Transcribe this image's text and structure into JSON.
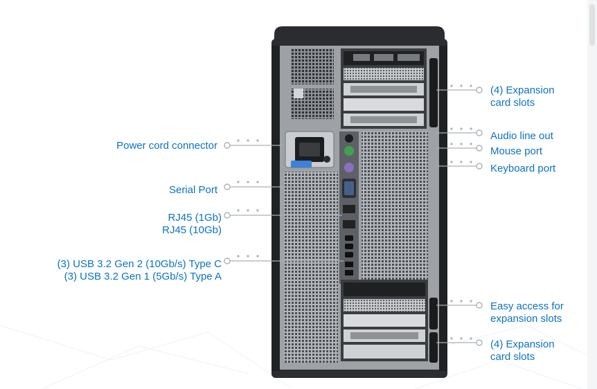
{
  "callouts": {
    "expansion_top": [
      "(4) Expansion",
      "card slots"
    ],
    "audio_line_out": "Audio line out",
    "mouse_port": "Mouse port",
    "keyboard_port": "Keyboard port",
    "power_cord": "Power cord connector",
    "serial_port": "Serial Port",
    "rj45": [
      "RJ45 (1Gb)",
      "RJ45 (10Gb)"
    ],
    "usb": [
      "(3) USB 3.2 Gen 2 (10Gb/s) Type C",
      "(3) USB 3.2 Gen 1 (5Gb/s) Type A"
    ],
    "easy_access": [
      "Easy access for",
      "expansion slots"
    ],
    "expansion_bottom": [
      "(4) Expansion",
      "card slots"
    ]
  },
  "colors": {
    "callout_text": "#0b72c4",
    "leader_line": "#a9b1b8",
    "chassis": "#2b2d30",
    "panel": "#9ea2a6"
  }
}
